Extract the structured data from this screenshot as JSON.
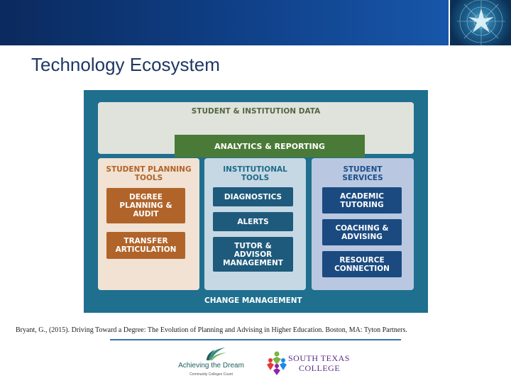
{
  "slide": {
    "title": "Technology Ecosystem",
    "citation": "Bryant, G., (2015). Driving Toward a Degree: The Evolution of Planning and Advising in Higher Education. Boston, MA: Tyton Partners."
  },
  "diagram": {
    "data_layer": "STUDENT & INSTITUTION DATA",
    "analytics": "ANALYTICS & REPORTING",
    "columns": [
      {
        "header": "STUDENT PLANNING TOOLS",
        "color": "#b0642a",
        "tiles": [
          "DEGREE PLANNING & AUDIT",
          "TRANSFER ARTICULATION"
        ]
      },
      {
        "header": "INSTITUTIONAL TOOLS",
        "color": "#1e5a7c",
        "tiles": [
          "DIAGNOSTICS",
          "ALERTS",
          "TUTOR & ADVISOR MANAGEMENT"
        ]
      },
      {
        "header": "STUDENT SERVICES",
        "color": "#1b4a80",
        "tiles": [
          "ACADEMIC TUTORING",
          "COACHING & ADVISING",
          "RESOURCE CONNECTION"
        ]
      }
    ],
    "footer": "CHANGE MANAGEMENT"
  },
  "logos": {
    "atd_name": "Achieving the Dream",
    "atd_tagline": "Community Colleges Count",
    "stc_line1": "SOUTH TEXAS",
    "stc_line2": "COLLEGE"
  },
  "colors": {
    "banner": "#0f3f86",
    "frame": "#1f6f8f",
    "title": "#1f3864",
    "analytics": "#4a7a37"
  },
  "icons": [
    "star-emblem-icon",
    "atd-leaf-icon",
    "stc-people-icon"
  ]
}
